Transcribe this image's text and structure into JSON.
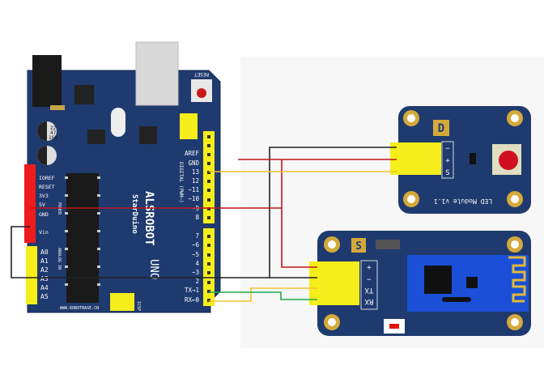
{
  "arduino": {
    "brand": "ALSROBOT",
    "model": "StarDuino",
    "uno": "UNO",
    "website": "WWW.ROBOTBASE.CN",
    "reset_label": "RESET",
    "icsp_label": "ICSP",
    "power_title": "POWER",
    "power_pins": [
      "IOREF",
      "RESET",
      "3V3",
      "5V",
      "GND",
      "Vin"
    ],
    "analog_title": "ANALOG IN",
    "analog_pins": [
      "A0",
      "A1",
      "A2",
      "A3",
      "A4",
      "A5"
    ],
    "digital_title": "DIGITAL (PWM~)",
    "digital_top": [
      "AREF",
      "GND",
      "13",
      "12",
      "~11",
      "~10",
      "~9",
      "8"
    ],
    "digital_bottom": [
      "7",
      "~6",
      "~5",
      "4",
      "~3",
      "2",
      "TX→1",
      "RX←0"
    ],
    "capacitor_labels": [
      "22",
      "47",
      "16V"
    ]
  },
  "led_module": {
    "letter": "D",
    "name": "LED Module v1.1",
    "pins": [
      "−",
      "+",
      "S"
    ]
  },
  "bt_module": {
    "letter": "S",
    "pins": [
      "+",
      "−",
      "TX",
      "RX"
    ]
  },
  "colors": {
    "board": "#1f3a6e",
    "header": "#f5ee1a",
    "power_header": "#ee1c1c",
    "wire_gnd": "#222222",
    "wire_vcc": "#c0141c",
    "wire_signal": "#f2c230",
    "wire_rx": "#22a84a",
    "bt_chip": "#1b4fd8",
    "led": "#d01020"
  }
}
